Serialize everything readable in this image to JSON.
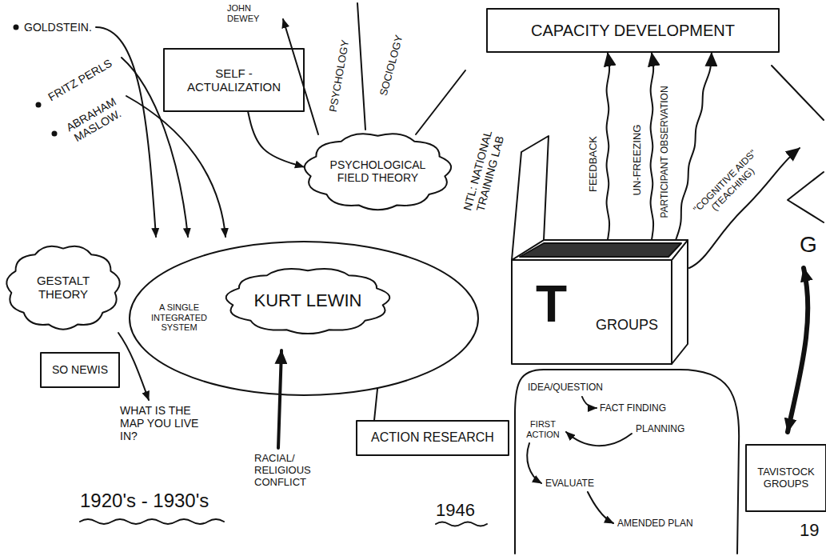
{
  "diagram": {
    "nodes": [
      {
        "text": [
          "CAPACITY DEVELOPMENT"
        ]
      },
      {
        "text": [
          "SELF - ACTUALIZATION"
        ]
      },
      {
        "text": [
          "PSYCHOLOGICAL FIELD THEORY"
        ]
      },
      {
        "text": [
          "GESTALT THEORY"
        ]
      },
      {
        "text": [
          "A SINGLE INTEGRATED SYSTEM"
        ]
      },
      {
        "text": [
          "KURT LEWIN"
        ],
        "in": 4
      },
      {
        "text": [
          "SO NEWIS"
        ]
      },
      {
        "text": [
          "T",
          "GROUPS"
        ]
      },
      {
        "text": [
          "ACTION RESEARCH"
        ]
      },
      {
        "text": [
          "IDEA/QUESTION",
          "FACT FINDING",
          "PLANNING",
          "FIRST ACTION",
          "EVALUATE",
          "AMENDED PLAN"
        ]
      },
      {
        "text": [
          "TAVISTOCK GROUPS"
        ]
      }
    ],
    "edges": [
      {
        "from": 1,
        "to": 2,
        "arrow": "to"
      },
      {
        "from": 4,
        "to": 8,
        "arrow": "none"
      },
      {
        "from": 7,
        "to": 0,
        "arrow": "to",
        "label": "FEEDBACK"
      },
      {
        "from": 7,
        "to": 0,
        "arrow": "to",
        "label": "UN-FREEZING"
      },
      {
        "from": 7,
        "to": 0,
        "arrow": "to",
        "label": "PARTICIPANT OBSERVATION"
      }
    ],
    "labels": [
      "JOHN DEWEY",
      "PSYCHOLOGY",
      "SOCIOLOGY",
      "GOLDSTEIN.",
      "FRITZ PERLS",
      "ABRAHAM MASLOW.",
      "NTL: NATIONAL TRAINING LAB",
      "\"COGNITIVE AIDS\" (TEACHING)",
      "WHAT IS THE MAP YOU LIVE IN?",
      "1920's - 1930's",
      "RACIAL/ RELIGIOUS CONFLICT",
      "1946",
      "G",
      "19"
    ]
  }
}
